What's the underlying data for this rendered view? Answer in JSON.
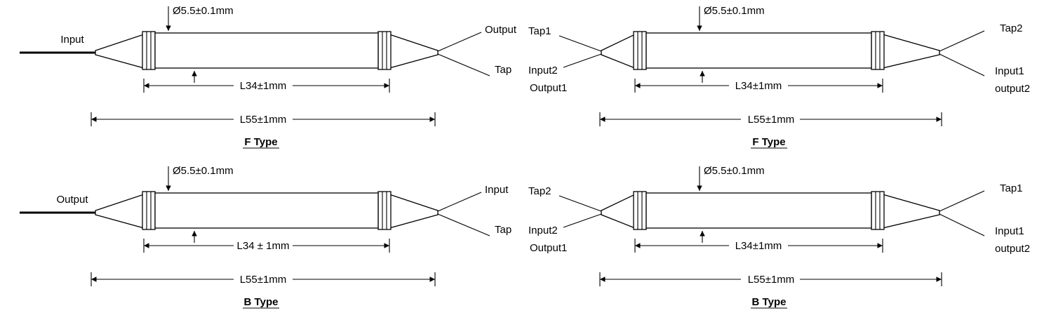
{
  "diagrams": [
    {
      "style": "single-left-input",
      "type_label": "F Type",
      "diameter_label": "Ø5.5±0.1mm",
      "body_length_label": "L34±1mm",
      "total_length_label": "L55±1mm",
      "left_port": "Input",
      "right_port_top": "Output",
      "right_port_bottom": "Tap"
    },
    {
      "style": "dual-port",
      "type_label": "F Type",
      "diameter_label": "Ø5.5±0.1mm",
      "body_length_label": "L34±1mm",
      "total_length_label": "L55±1mm",
      "left_port_top": "Tap1",
      "left_port_bottom_line1": "Input2",
      "left_port_bottom_line2": "Output1",
      "right_port_top": "Tap2",
      "right_port_bottom_line1": "Input1",
      "right_port_bottom_line2": "output2"
    },
    {
      "style": "single-left-input",
      "type_label": "B Type",
      "diameter_label": "Ø5.5±0.1mm",
      "body_length_label": "L34 ± 1mm",
      "total_length_label": "L55±1mm",
      "left_port": "Output",
      "right_port_top": "Input",
      "right_port_bottom": "Tap"
    },
    {
      "style": "dual-port",
      "type_label": "B Type",
      "diameter_label": "Ø5.5±0.1mm",
      "body_length_label": "L34±1mm",
      "total_length_label": "L55±1mm",
      "left_port_top": "Tap2",
      "left_port_bottom_line1": "Input2",
      "left_port_bottom_line2": "Output1",
      "right_port_top": "Tap1",
      "right_port_bottom_line1": "Input1",
      "right_port_bottom_line2": "output2"
    }
  ],
  "colors": {
    "line": "#000000",
    "background": "#ffffff"
  }
}
